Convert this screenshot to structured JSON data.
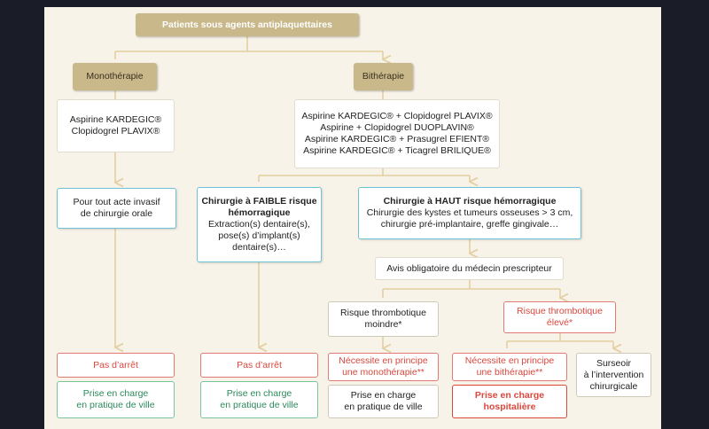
{
  "title": "Patients sous agents antiplaquettaires",
  "monotherapie": {
    "label": "Monothérapie",
    "drugs": [
      "Aspirine KARDEGIC®",
      "Clopidogrel PLAVIX®"
    ],
    "condition": [
      "Pour tout acte invasif",
      "de chirurgie orale"
    ],
    "arret": "Pas d’arrêt",
    "prise": [
      "Prise en charge",
      "en pratique de ville"
    ]
  },
  "bitherapie": {
    "label": "Bithérapie",
    "drugs": [
      "Aspirine KARDEGIC® + Clopidogrel PLAVIX®",
      "Aspirine + Clopidogrel DUOPLAVIN®",
      "Aspirine KARDEGIC® + Prasugrel EFIENT®",
      "Aspirine KARDEGIC® + Ticagrel BRILIQUE®"
    ],
    "faible": {
      "title": [
        "Chirurgie à FAIBLE risque",
        "hémorragique"
      ],
      "detail": [
        "Extraction(s) dentaire(s),",
        "pose(s) d’implant(s)",
        "dentaire(s)…"
      ],
      "arret": "Pas d’arrêt",
      "prise": [
        "Prise en charge",
        "en pratique de ville"
      ]
    },
    "haut": {
      "title": "Chirurgie à HAUT risque hémorragique",
      "detail": [
        "Chirurgie des kystes et tumeurs osseuses > 3 cm,",
        "chirurgie pré-implantaire, greffe gingivale…"
      ],
      "avis": "Avis obligatoire du médecin prescripteur",
      "moindre": {
        "label": [
          "Risque thrombotique",
          "moindre*"
        ],
        "principe": [
          "Nécessite en principe",
          "une monothérapie**"
        ],
        "prise": [
          "Prise en charge",
          "en pratique de ville"
        ]
      },
      "eleve": {
        "label": [
          "Risque thrombotique",
          "élevé*"
        ],
        "principe": [
          "Nécessite en principe",
          "une bithérapie**"
        ],
        "prise": [
          "Prise en charge",
          "hospitalière"
        ],
        "surseoir": [
          "Surseoir",
          "à l’intervention",
          "chirurgicale"
        ]
      }
    }
  },
  "colors": {
    "tan": "#c8b88a",
    "blue_border": "#6fc3d6",
    "green": "#2a8a5a",
    "red": "#d9473d",
    "connector": "#e3cfa0"
  }
}
